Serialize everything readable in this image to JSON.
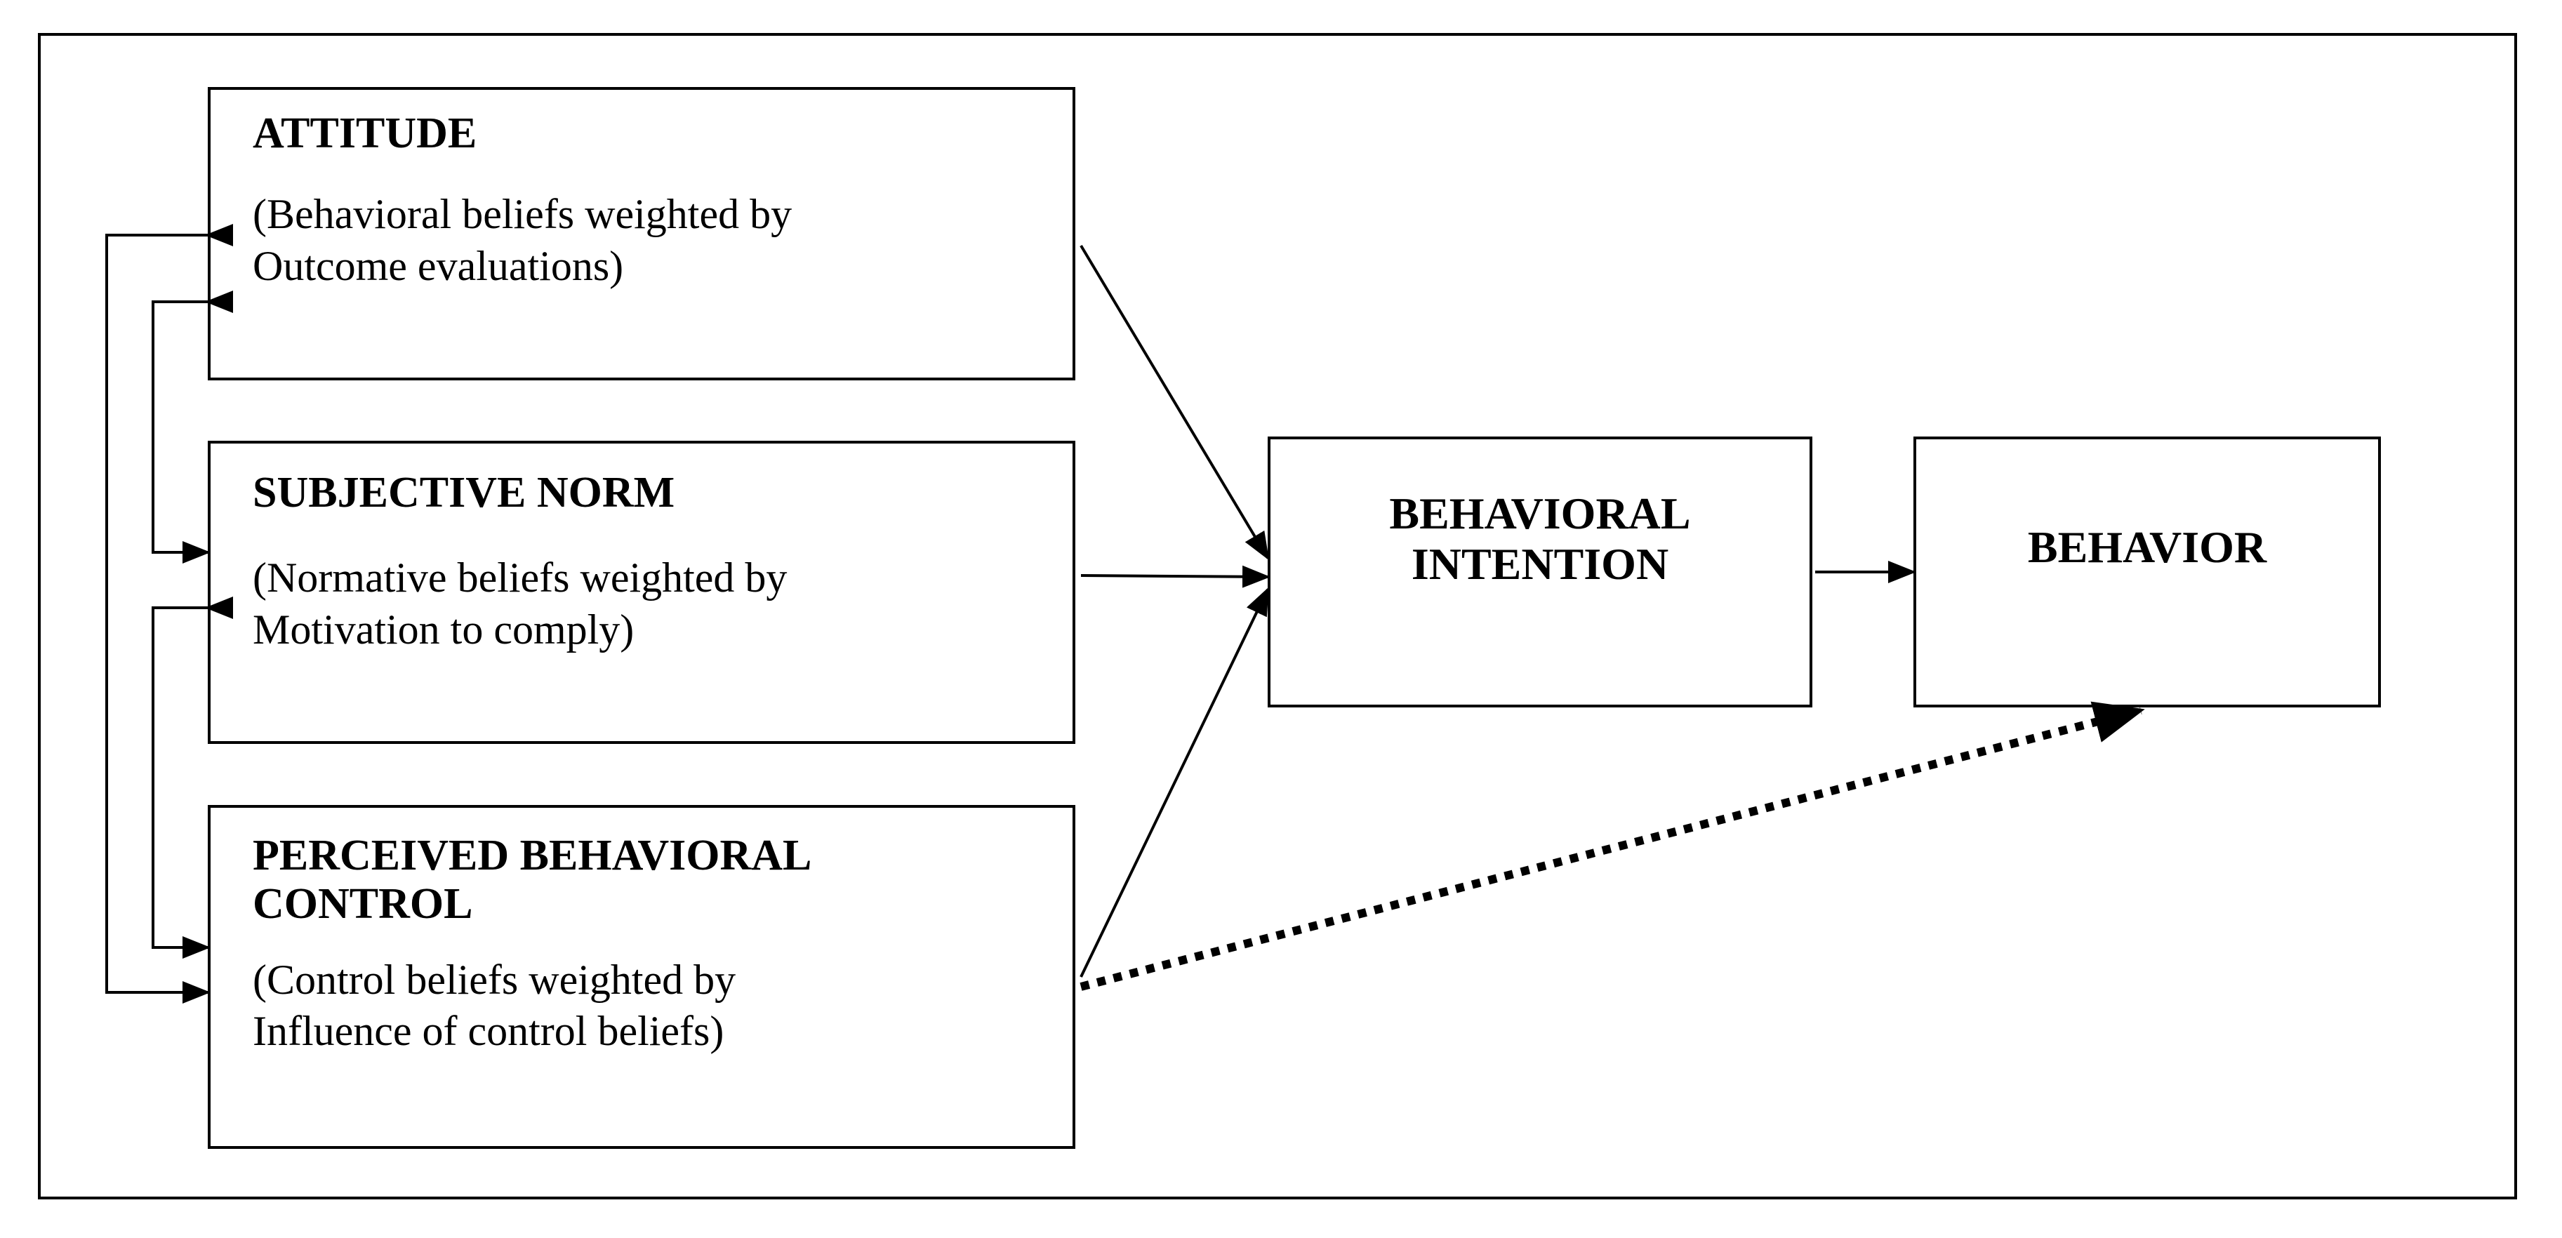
{
  "boxes": {
    "attitude": {
      "title": "ATTITUDE",
      "desc": "(Behavioral beliefs weighted by\nOutcome evaluations)"
    },
    "subjective_norm": {
      "title": "SUBJECTIVE NORM",
      "desc": "(Normative beliefs weighted by\nMotivation to comply)"
    },
    "pbc": {
      "title": "PERCEIVED BEHAVIORAL\nCONTROL",
      "desc": "(Control beliefs weighted by\nInfluence of control beliefs)"
    },
    "intention": {
      "title": "BEHAVIORAL\nINTENTION"
    },
    "behavior": {
      "title": "BEHAVIOR"
    }
  },
  "colors": {
    "line": "#000000",
    "background": "#ffffff"
  }
}
